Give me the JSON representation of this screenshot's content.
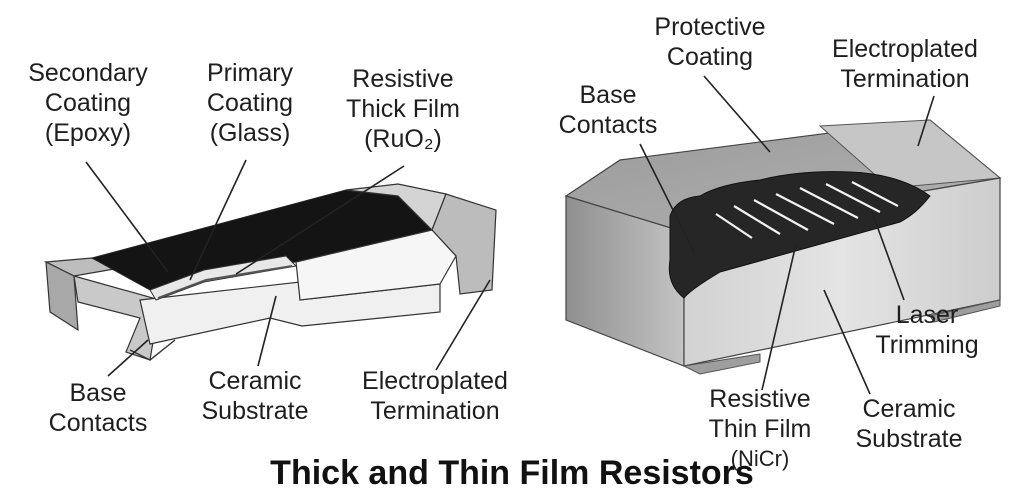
{
  "title": "Thick and Thin Film Resistors",
  "colors": {
    "epoxy_black": "#141414",
    "ceramic": "#ededed",
    "termination": "#b9b9b9",
    "thin_film_dark": "#262626",
    "coating_gray": "#8a8a8a",
    "marker_red": "#c8102e"
  },
  "thick_film": {
    "labels": {
      "secondary_coating": [
        "Secondary",
        "Coating",
        "(Epoxy)"
      ],
      "primary_coating": [
        "Primary",
        "Coating",
        "(Glass)"
      ],
      "resistive_thick_film": [
        "Resistive",
        "Thick Film",
        "(RuO₂)"
      ],
      "base_contacts": [
        "Base",
        "Contacts"
      ],
      "ceramic_substrate": [
        "Ceramic",
        "Substrate"
      ],
      "electroplated_termination": [
        "Electroplated",
        "Termination"
      ]
    }
  },
  "thin_film": {
    "labels": {
      "protective_coating": [
        "Protective",
        "Coating"
      ],
      "electroplated_termination": [
        "Electroplated",
        "Termination"
      ],
      "base_contacts": [
        "Base",
        "Contacts"
      ],
      "laser_trimming": [
        "Laser",
        "Trimming"
      ],
      "resistive_thin_film": [
        "Resistive",
        "Thin Film",
        "(NiCr)"
      ],
      "ceramic_substrate": [
        "Ceramic",
        "Substrate"
      ]
    }
  }
}
